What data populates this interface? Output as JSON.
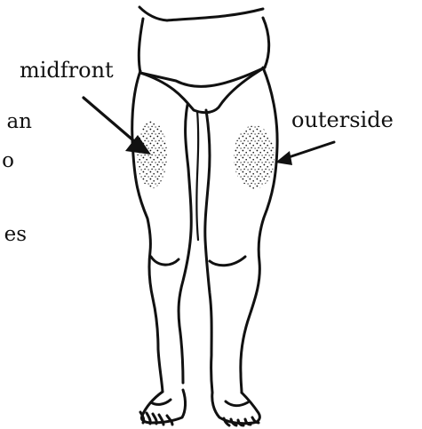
{
  "labels": {
    "midfront": "midfront",
    "outerside": "outerside"
  },
  "clipped_left_text": [
    "an",
    "o",
    "es"
  ],
  "colors": {
    "ink": "#111111",
    "paper": "#ffffff"
  },
  "icons": {
    "figure": "legs-outline-illustration",
    "pointer": "arrow-icon"
  }
}
